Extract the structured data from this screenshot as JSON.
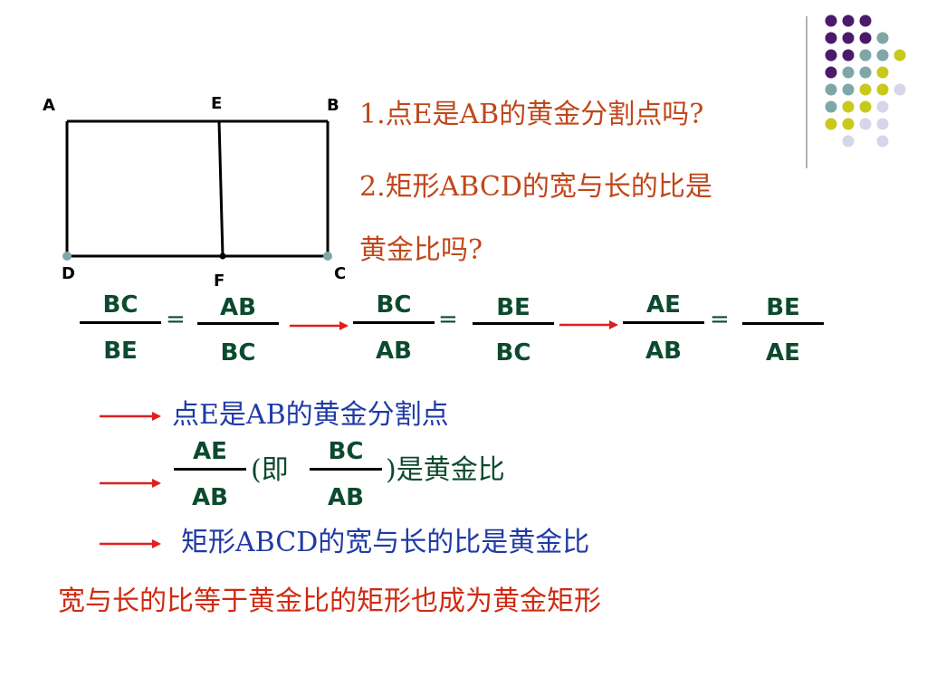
{
  "colors": {
    "dot_purple": "#4b1a6b",
    "dot_teal": "#7fa7a7",
    "dot_yellow": "#c9c91c",
    "dot_lavender": "#d6d6ea",
    "question": "#c0471a",
    "fraction": "#0b4a2e",
    "conclusion_blue": "#1f3aa6",
    "arrow_red": "#e01e1e",
    "footer_red": "#d02a10"
  },
  "diagram": {
    "labels": {
      "A": "A",
      "E": "E",
      "B": "B",
      "D": "D",
      "F": "F",
      "C": "C"
    }
  },
  "questions": {
    "q1": "1.点E是AB的黄金分割点吗?",
    "q2_line1": "2.矩形ABCD的宽与长的比是",
    "q2_line2": "黄金比吗?"
  },
  "equations": {
    "eq1": {
      "lhs_num": "BC",
      "lhs_den": "BE",
      "op": "=",
      "rhs_num": "AB",
      "rhs_den": "BC"
    },
    "eq2": {
      "lhs_num": "BC",
      "lhs_den": "AB",
      "op": "=",
      "rhs_num": "BE",
      "rhs_den": "BC"
    },
    "eq3": {
      "lhs_num": "AE",
      "lhs_den": "AB",
      "op": "=",
      "rhs_num": "BE",
      "rhs_den": "AE"
    }
  },
  "conclusions": {
    "c1": "点E是AB的黄金分割点",
    "c2": {
      "frac1_num": "AE",
      "frac1_den": "AB",
      "paren_open": "(即",
      "frac2_num": "BC",
      "frac2_den": "AB",
      "tail": ")是黄金比"
    },
    "c3": "矩形ABCD的宽与长的比是黄金比"
  },
  "footer": "宽与长的比等于黄金比的矩形也成为黄金矩形"
}
